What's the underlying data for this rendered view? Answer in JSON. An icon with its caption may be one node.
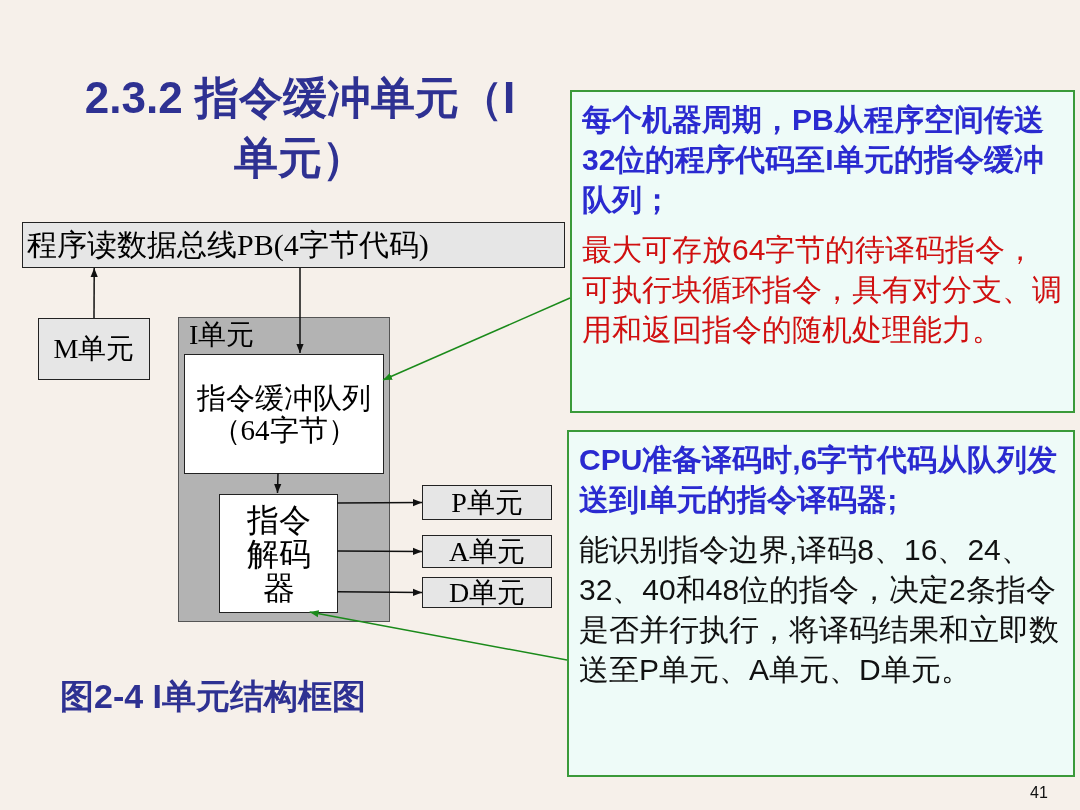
{
  "diagram": {
    "title": "2.3.2 指令缓冲单元（I单元）",
    "caption": "图2-4 I单元结构框图",
    "nodes": [
      {
        "text": [
          "程序读数据总线PB(4字节代码)"
        ]
      },
      {
        "text": [
          "M单元"
        ]
      },
      {
        "text": [
          "I单元"
        ]
      },
      {
        "text": [
          "指令缓冲队列（64字节）"
        ],
        "in": 2
      },
      {
        "text": [
          "指令解码器"
        ],
        "in": 2
      },
      {
        "text": [
          "P单元"
        ]
      },
      {
        "text": [
          "A单元"
        ]
      },
      {
        "text": [
          "D单元"
        ]
      },
      {
        "text": [
          "每个机器周期，PB从程序空间传送32位的程序代码至I单元的指令缓冲队列；",
          "最大可存放64字节的待译码指令，可执行块循环指令，具有对分支、调用和返回指令的随机处理能力。"
        ]
      },
      {
        "text": [
          "CPU准备译码时,6字节代码从队列发送到I单元的指令译码器;",
          "能识别指令边界,译码8、16、24、32、40和48位的指令，决定2条指令是否并行执行，将译码结果和立即数送至P单元、A单元、D单元。"
        ]
      }
    ],
    "edges": [
      {
        "from": 1,
        "to": 0,
        "arrow": "to"
      },
      {
        "from": 0,
        "to": 3,
        "arrow": "to"
      },
      {
        "from": 3,
        "to": 4,
        "arrow": "to"
      },
      {
        "from": 4,
        "to": 5,
        "arrow": "to"
      },
      {
        "from": 4,
        "to": 6,
        "arrow": "to"
      },
      {
        "from": 4,
        "to": 7,
        "arrow": "to"
      },
      {
        "from": 8,
        "to": 3,
        "arrow": "to",
        "color": "#1a8a1a"
      },
      {
        "from": 9,
        "to": 4,
        "arrow": "to",
        "color": "#1a8a1a"
      }
    ],
    "labels": [
      "41"
    ]
  }
}
